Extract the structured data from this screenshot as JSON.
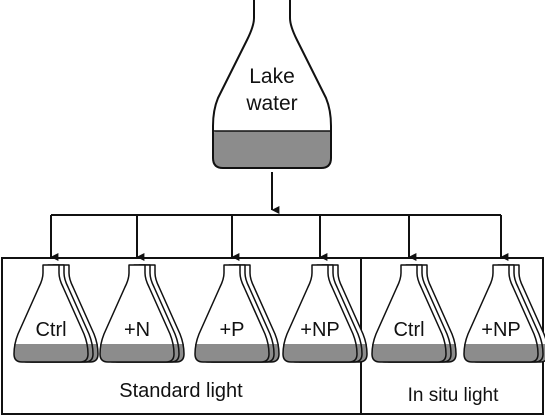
{
  "source_flask": {
    "label_line1": "Lake",
    "label_line2": "water"
  },
  "groups": [
    {
      "label": "Standard light"
    },
    {
      "label": "In situ light"
    }
  ],
  "treatments": [
    {
      "label": "Ctrl",
      "group": 0
    },
    {
      "label": "+N",
      "group": 0
    },
    {
      "label": "+P",
      "group": 0
    },
    {
      "label": "+NP",
      "group": 0
    },
    {
      "label": "Ctrl",
      "group": 1
    },
    {
      "label": "+NP",
      "group": 1
    }
  ],
  "colors": {
    "stroke": "#111111",
    "liquid": "#8c8c8c",
    "background": "#ffffff"
  }
}
